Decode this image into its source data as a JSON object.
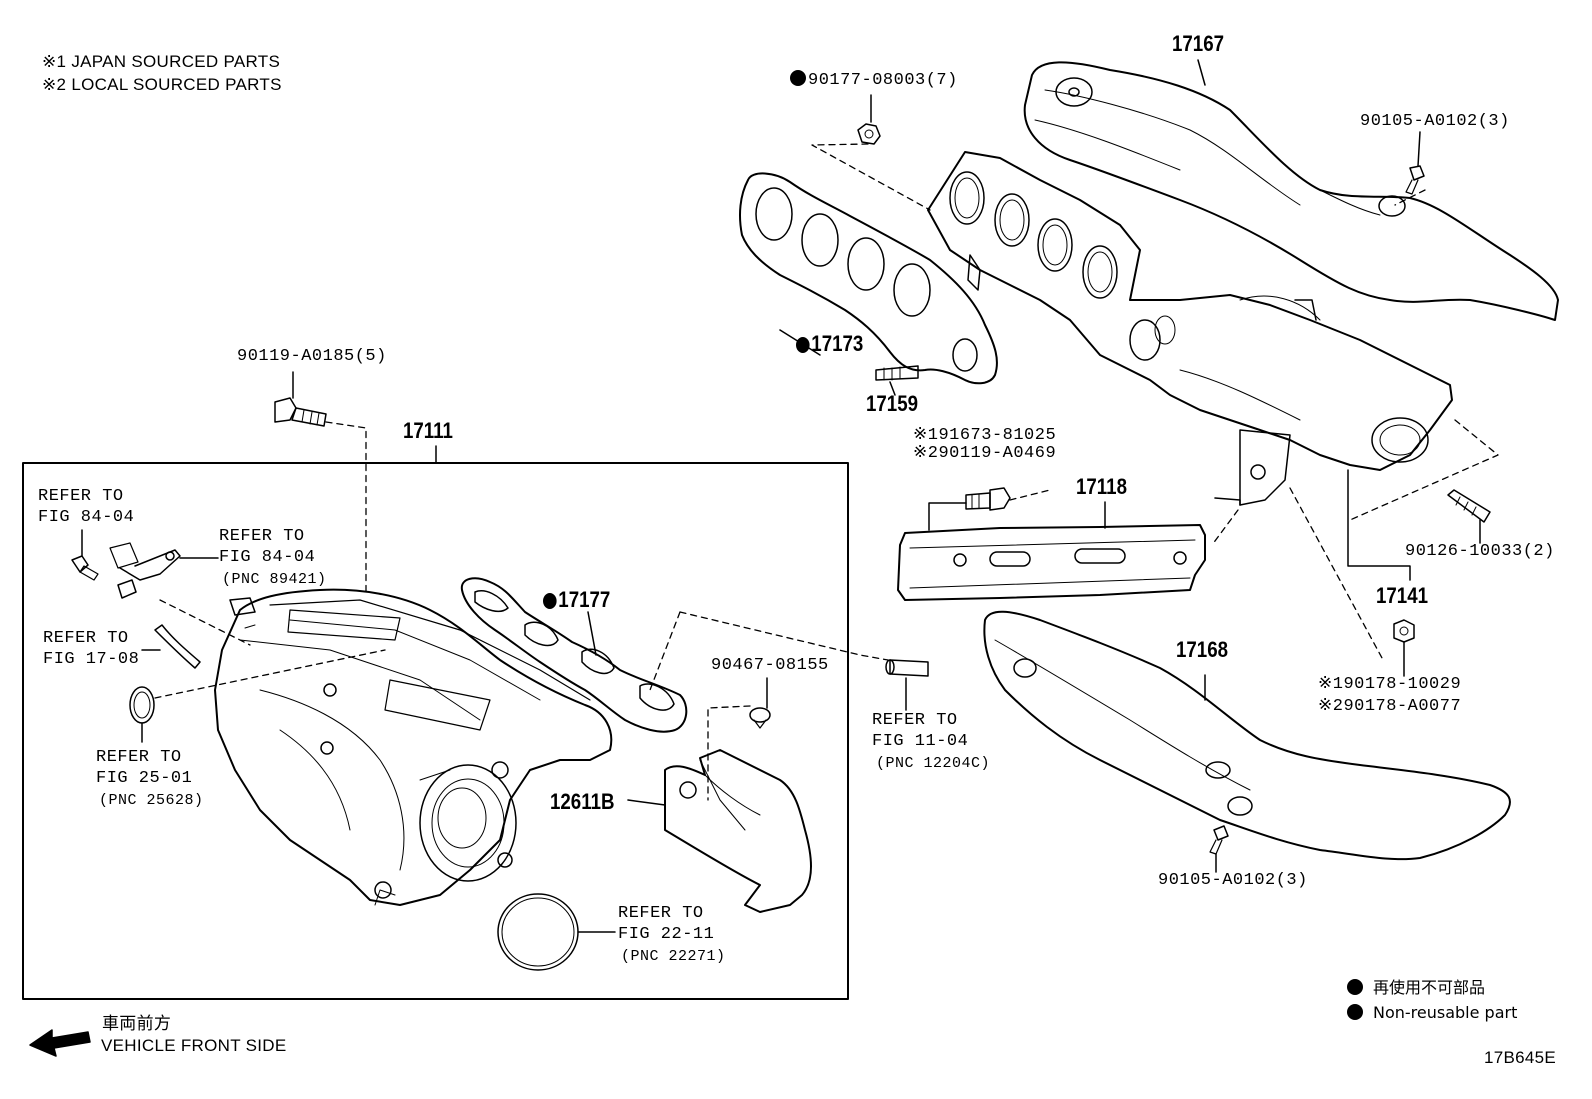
{
  "notes": {
    "japan": "※1 JAPAN SOURCED PARTS",
    "local": "※2 LOCAL SOURCED PARTS"
  },
  "parts": {
    "p17167": "17167",
    "p90177": "90177-08003(7)",
    "p90105_top": "90105-A0102(3)",
    "p17173": "17173",
    "p17159": "17159",
    "p90119_main": "90119-A0185(5)",
    "p17111": "17111",
    "p91673": "※191673-81025",
    "p90119_a0469": "※290119-A0469",
    "p17118": "17118",
    "p90126": "90126-10033(2)",
    "p17141": "17141",
    "p17177": "17177",
    "p90467": "90467-08155",
    "p12611b": "12611B",
    "p17168": "17168",
    "p90178_1": "※190178-10029",
    "p90178_2": "※290178-A0077",
    "p90105_bottom": "90105-A0102(3)"
  },
  "refs": {
    "r1_line1": "REFER TO",
    "r1_line2": "FIG 84-04",
    "r2_line1": "REFER TO",
    "r2_line2": "FIG 84-04",
    "r2_pnc": "(PNC 89421)",
    "r3_line1": "REFER TO",
    "r3_line2": "FIG 17-08",
    "r4_line1": "REFER TO",
    "r4_line2": "FIG 25-01",
    "r4_pnc": "(PNC 25628)",
    "r5_line1": "REFER TO",
    "r5_line2": "FIG 11-04",
    "r5_pnc": "(PNC 12204C)",
    "r6_line1": "REFER TO",
    "r6_line2": "FIG 22-11",
    "r6_pnc": "(PNC 22271)"
  },
  "legend": {
    "jp": "再使用不可部品",
    "en": "Non-reusable part"
  },
  "front": {
    "jp": "車両前方",
    "en": "VEHICLE FRONT SIDE"
  },
  "figure_code": "17B645E",
  "non_reusable_icon": "filled-circle-icon",
  "direction_icon": "arrow-left-icon"
}
